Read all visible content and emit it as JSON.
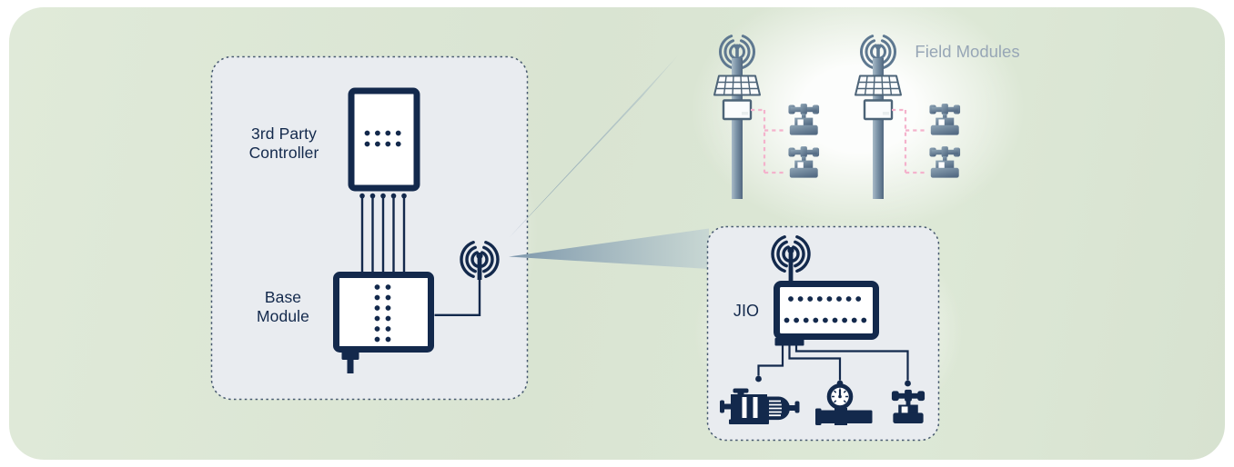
{
  "colors": {
    "navy": "#13294c",
    "steel": "#5e7890",
    "steel_light": "#a9bbc8",
    "pink": "#f4b2cc",
    "panel_fill": "#e9ecf0",
    "panel_border": "#46586f",
    "background_green": "#dce6d5",
    "field_label_color": "#97a6b6",
    "beam_color": "#7893a9",
    "white": "#ffffff"
  },
  "controller_panel": {
    "controller_label": "3rd Party Controller",
    "base_module_label": "Base Module"
  },
  "field_modules": {
    "label": "Field Modules",
    "tower_count": 2,
    "valves_per_tower": 2
  },
  "jio_panel": {
    "label": "JIO",
    "devices": [
      "pump",
      "pressure-gauge",
      "valve"
    ]
  },
  "icons": {
    "wireless": "wireless-signal-icon",
    "solar_panel": "solar-panel-icon",
    "valve": "valve-icon",
    "pump": "pump-motor-icon",
    "pressure_gauge": "pressure-gauge-icon",
    "power_plug": "power-plug-icon",
    "io_dots": "io-terminal-dots"
  }
}
